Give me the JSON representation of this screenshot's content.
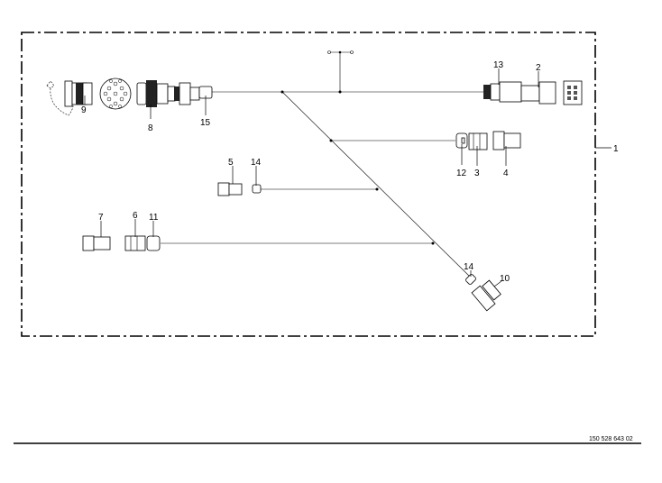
{
  "diagram": {
    "assembly_callout": "1",
    "callouts": {
      "c9": "9",
      "c8": "8",
      "c15": "15",
      "c13": "13",
      "c2": "2",
      "c12": "12",
      "c3": "3",
      "c4": "4",
      "c5": "5",
      "c14a": "14",
      "c7": "7",
      "c6": "6",
      "c11": "11",
      "c14b": "14",
      "c10": "10"
    },
    "document_number": "150 528 643 02"
  }
}
